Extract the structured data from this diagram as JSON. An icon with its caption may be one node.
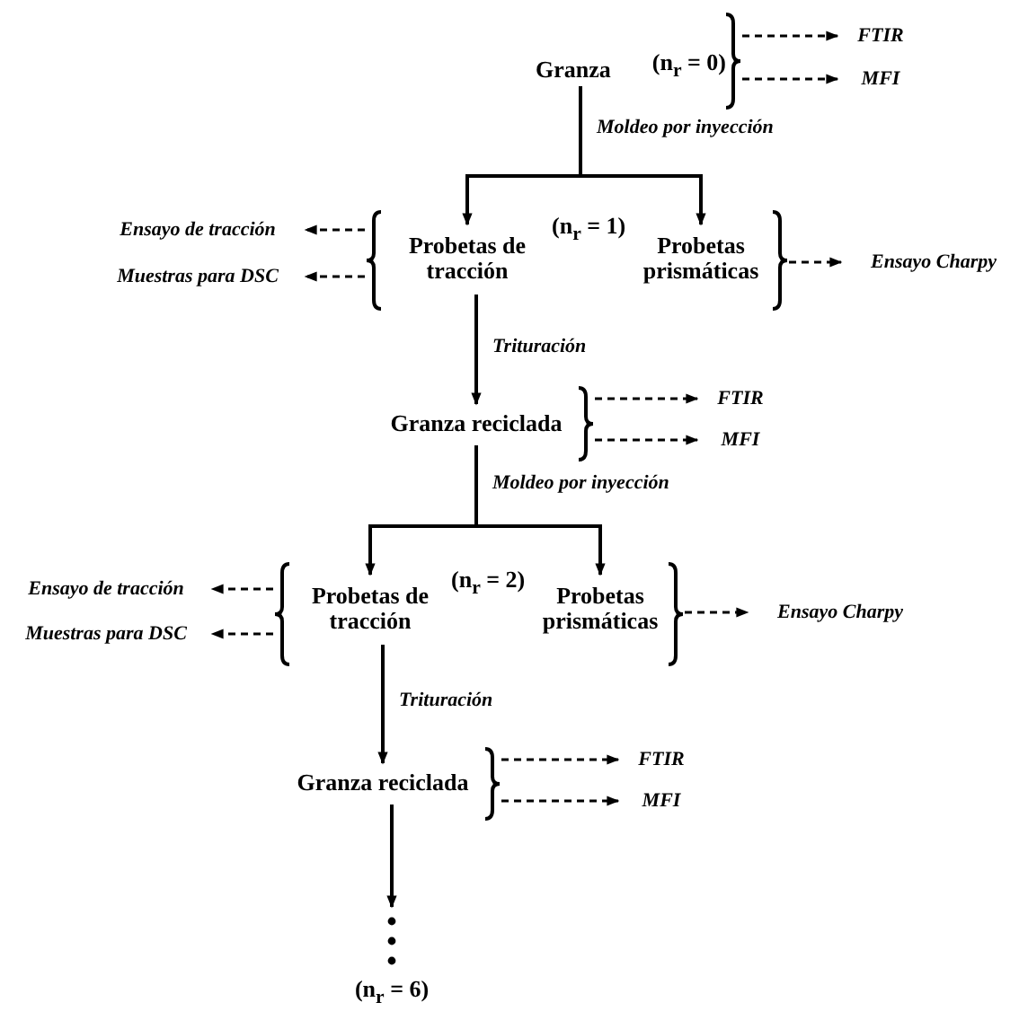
{
  "diagram": {
    "nodes": [
      {
        "text": [
          "Granza"
        ],
        "beside": [
          "(n$_{r}$ = 0)"
        ]
      },
      {
        "text": [
          "FTIR"
        ]
      },
      {
        "text": [
          "MFI"
        ]
      },
      {
        "text": [
          "Probetas de tracción"
        ]
      },
      {
        "text": [
          "Probetas prismáticas"
        ]
      },
      {
        "text": [
          "Ensayo de tracción"
        ]
      },
      {
        "text": [
          "Muestras para DSC"
        ]
      },
      {
        "text": [
          "Ensayo Charpy"
        ]
      },
      {
        "text": [
          "Granza reciclada"
        ]
      },
      {
        "text": [
          "FTIR"
        ]
      },
      {
        "text": [
          "MFI"
        ]
      },
      {
        "text": [
          "Probetas de tracción"
        ]
      },
      {
        "text": [
          "Probetas prismáticas"
        ]
      },
      {
        "text": [
          "Ensayo de tracción"
        ]
      },
      {
        "text": [
          "Muestras para DSC"
        ]
      },
      {
        "text": [
          "Ensayo Charpy"
        ]
      },
      {
        "text": [
          "Granza reciclada"
        ]
      },
      {
        "text": [
          "FTIR"
        ]
      },
      {
        "text": [
          "MFI"
        ]
      },
      {
        "text": [
          "(n$_{r}$ = 6)"
        ]
      }
    ],
    "edges": [
      {
        "from": 0,
        "to": 1,
        "arrow": "to",
        "style": "dashed"
      },
      {
        "from": 0,
        "to": 2,
        "arrow": "to",
        "style": "dashed"
      },
      {
        "from": 0,
        "to": 3,
        "arrow": "to",
        "label": "Moldeo por inyección"
      },
      {
        "from": 0,
        "to": 4,
        "arrow": "to"
      },
      {
        "from": 3,
        "to": 5,
        "arrow": "to",
        "style": "dashed"
      },
      {
        "from": 3,
        "to": 6,
        "arrow": "to",
        "style": "dashed"
      },
      {
        "from": 4,
        "to": 7,
        "arrow": "to",
        "style": "dashed"
      },
      {
        "from": 3,
        "to": 8,
        "arrow": "to",
        "label": "Trituración"
      },
      {
        "from": 8,
        "to": 9,
        "arrow": "to",
        "style": "dashed"
      },
      {
        "from": 8,
        "to": 10,
        "arrow": "to",
        "style": "dashed"
      },
      {
        "from": 8,
        "to": 11,
        "arrow": "to",
        "label": "Moldeo por inyección"
      },
      {
        "from": 8,
        "to": 12,
        "arrow": "to"
      },
      {
        "from": 11,
        "to": 13,
        "arrow": "to",
        "style": "dashed"
      },
      {
        "from": 11,
        "to": 14,
        "arrow": "to",
        "style": "dashed"
      },
      {
        "from": 12,
        "to": 15,
        "arrow": "to",
        "style": "dashed"
      },
      {
        "from": 11,
        "to": 16,
        "arrow": "to",
        "label": "Trituración"
      },
      {
        "from": 16,
        "to": 17,
        "arrow": "to",
        "style": "dashed"
      },
      {
        "from": 16,
        "to": 18,
        "arrow": "to",
        "style": "dashed"
      },
      {
        "from": 16,
        "to": 19,
        "arrow": "to"
      }
    ],
    "labels": [
      "(n$_{r}$ = 1)",
      "(n$_{r}$ = 2)"
    ]
  }
}
